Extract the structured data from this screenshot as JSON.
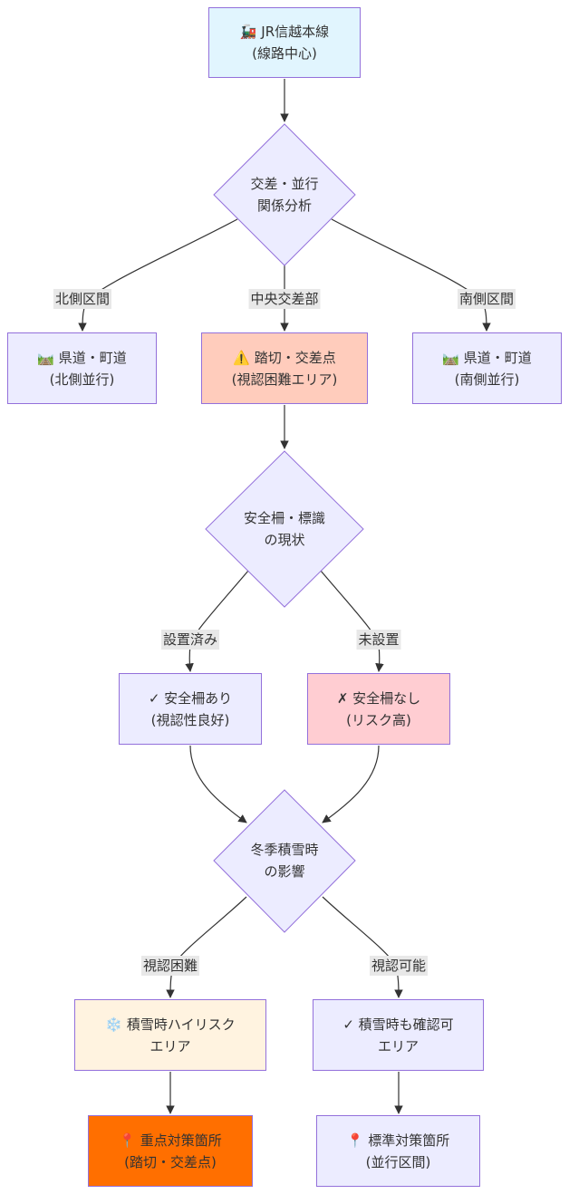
{
  "nodes": {
    "jr": {
      "line1": "🚂 JR信越本線",
      "line2": "(線路中心)",
      "fill": "#E1F5FE",
      "stroke": "#9370DB"
    },
    "analysis": {
      "line1": "交差・並行",
      "line2": "関係分析"
    },
    "north": {
      "line1": "🛤️ 県道・町道",
      "line2": "(北側並行)",
      "fill": "#ECECFF",
      "stroke": "#9370DB"
    },
    "crossing": {
      "line1": "⚠️ 踏切・交差点",
      "line2": "(視認困難エリア)",
      "fill": "#FFCCBC",
      "stroke": "#9370DB"
    },
    "south": {
      "line1": "🛤️ 県道・町道",
      "line2": "(南側並行)",
      "fill": "#ECECFF",
      "stroke": "#9370DB"
    },
    "fence_status": {
      "line1": "安全柵・標識",
      "line2": "の現状"
    },
    "fence_yes": {
      "line1": "✓ 安全柵あり",
      "line2": "(視認性良好)",
      "fill": "#ECECFF",
      "stroke": "#9370DB"
    },
    "fence_no": {
      "line1": "✗ 安全柵なし",
      "line2": "(リスク高)",
      "fill": "#FFCDD2",
      "stroke": "#9370DB"
    },
    "winter": {
      "line1": "冬季積雪時",
      "line2": "の影響"
    },
    "snow_risk": {
      "line1": "❄️ 積雪時ハイリスク",
      "line2": "エリア",
      "fill": "#FFF3E0",
      "stroke": "#9370DB"
    },
    "snow_ok": {
      "line1": "✓ 積雪時も確認可",
      "line2": "エリア",
      "fill": "#ECECFF",
      "stroke": "#9370DB"
    },
    "priority": {
      "line1": "📍 重点対策箇所",
      "line2": "(踏切・交差点)",
      "fill": "#FF6F00",
      "stroke": "#9370DB"
    },
    "standard": {
      "line1": "📍 標準対策箇所",
      "line2": "(並行区間)",
      "fill": "#ECECFF",
      "stroke": "#9370DB"
    }
  },
  "edge_labels": {
    "north": "北側区間",
    "center": "中央交差部",
    "south": "南側区間",
    "installed": "設置済み",
    "not_installed": "未設置",
    "hard_to_see": "視認困難",
    "visible": "視認可能"
  },
  "colors": {
    "default_fill": "#ECECFF",
    "default_stroke": "#9370DB",
    "edge": "#333333",
    "edge_label_bg": "#E8E8E8",
    "text": "#333333"
  }
}
